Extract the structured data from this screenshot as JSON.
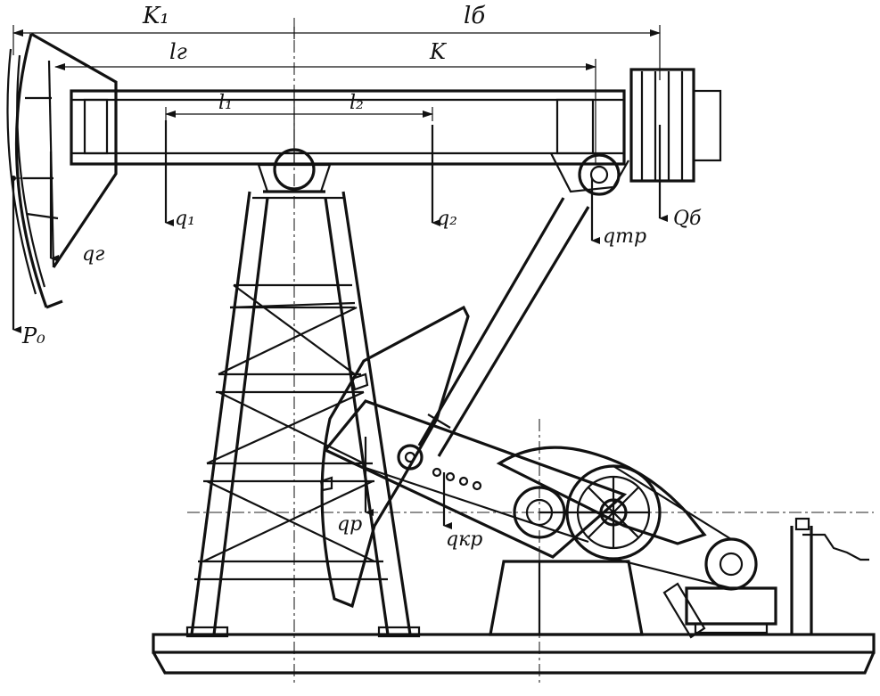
{
  "labels": {
    "k1": "K₁",
    "lb": "lб",
    "lg": "lг",
    "k": "K",
    "l1": "l₁",
    "l2": "l₂",
    "q1": "q₁",
    "q2": "q₂",
    "qb": "Qб",
    "qtr": "qтр",
    "qg": "qг",
    "p0": "P₀",
    "qr": "qр",
    "qkr": "qкр"
  },
  "colors": {
    "ink": "#111111",
    "paper": "#ffffff"
  }
}
